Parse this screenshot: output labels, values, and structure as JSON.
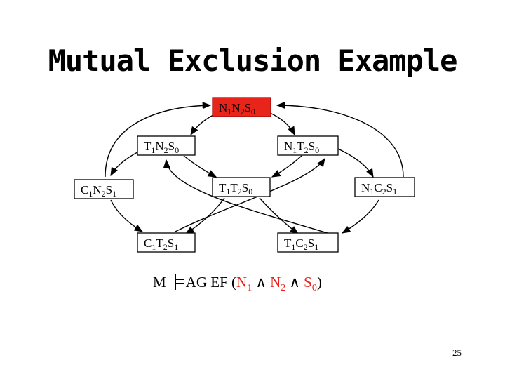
{
  "title": "Mutual Exclusion Example",
  "nodes": [
    {
      "id": "n1n2s0",
      "base": [
        "N",
        "N",
        "S"
      ],
      "subs": [
        "1",
        "2",
        "0"
      ],
      "highlight": true
    },
    {
      "id": "t1n2s0",
      "base": [
        "T",
        "N",
        "S"
      ],
      "subs": [
        "1",
        "2",
        "0"
      ],
      "highlight": false
    },
    {
      "id": "n1t2s0",
      "base": [
        "N",
        "T",
        "S"
      ],
      "subs": [
        "1",
        "2",
        "0"
      ],
      "highlight": false
    },
    {
      "id": "c1n2s1",
      "base": [
        "C",
        "N",
        "S"
      ],
      "subs": [
        "1",
        "2",
        "1"
      ],
      "highlight": false
    },
    {
      "id": "t1t2s0",
      "base": [
        "T",
        "T",
        "S"
      ],
      "subs": [
        "1",
        "2",
        "0"
      ],
      "highlight": false
    },
    {
      "id": "n1c2s1",
      "base": [
        "N",
        "C",
        "S"
      ],
      "subs": [
        "1",
        "2",
        "1"
      ],
      "highlight": false
    },
    {
      "id": "c1t2s1",
      "base": [
        "C",
        "T",
        "S"
      ],
      "subs": [
        "1",
        "2",
        "1"
      ],
      "highlight": false
    },
    {
      "id": "t1c2s1",
      "base": [
        "T",
        "C",
        "S"
      ],
      "subs": [
        "1",
        "2",
        "1"
      ],
      "highlight": false
    }
  ],
  "formula": {
    "model": "M",
    "operators": "AG EF (",
    "n1": "N",
    "n1_sub": "1",
    "and1": "∧",
    "n2": "N",
    "n2_sub": "2",
    "and2": "∧",
    "s0": "S",
    "s0_sub": "0",
    "close": ")"
  },
  "page_number": "25",
  "colors": {
    "highlight": "#e8241b",
    "text": "#000000"
  }
}
